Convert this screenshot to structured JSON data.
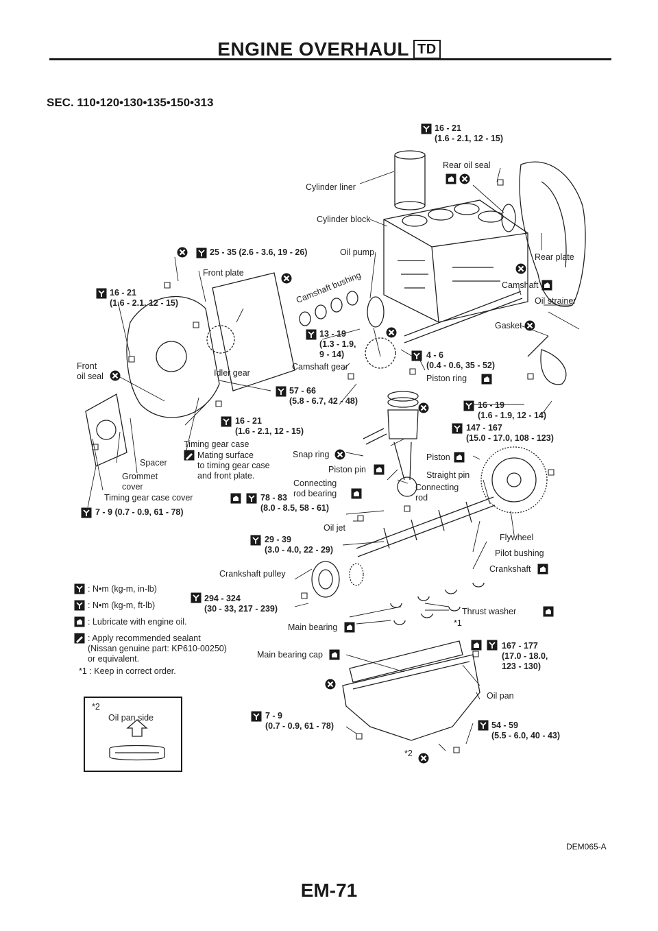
{
  "header": {
    "title": "ENGINE OVERHAUL",
    "badge": "TD"
  },
  "section": "SEC. 110•120•130•135•150•313",
  "torques": {
    "t1": "16 - 21\n(1.6 - 2.1, 12 - 15)",
    "t2": "25 - 35 (2.6 - 3.6, 19 - 26)",
    "t3": "16 - 21\n(1.6 - 2.1, 12 - 15)",
    "t4": "13 - 19\n(1.3 - 1.9,\n9 - 14)",
    "t5": "4 - 6\n(0.4 - 0.6, 35 - 52)",
    "t6": "57 - 66\n(5.8 - 6.7, 42 - 48)",
    "t7": "16 - 19\n(1.6 - 1.9, 12 - 14)",
    "t8": "147 - 167\n(15.0 - 17.0, 108 - 123)",
    "t9": "16 - 21\n(1.6 - 2.1, 12 - 15)",
    "t10": "78 - 83\n(8.0 - 8.5, 58 - 61)",
    "t11": "7 - 9 (0.7 - 0.9, 61 - 78)",
    "t12": "29 - 39\n(3.0 - 4.0, 22 - 29)",
    "t13": "294 - 324\n(30 - 33, 217 - 239)",
    "t14": "167 - 177\n(17.0 - 18.0,\n123 - 130)",
    "t15": "7 - 9\n(0.7 - 0.9, 61 - 78)",
    "t16": "54 - 59\n(5.5 - 6.0, 40 - 43)"
  },
  "labels": {
    "rear_oil_seal": "Rear oil seal",
    "cylinder_liner": "Cylinder liner",
    "cylinder_block": "Cylinder block",
    "oil_pump": "Oil pump",
    "rear_plate": "Rear plate",
    "front_plate": "Front plate",
    "camshaft_bushing": "Camshaft bushing",
    "camshaft": "Camshaft",
    "oil_strainer": "Oil strainer",
    "gasket": "Gasket",
    "camshaft_gear": "Camshaft gear",
    "idler_gear": "Idler gear",
    "front_oil_seal": "Front\noil seal",
    "piston_ring": "Piston ring",
    "timing_gear_case": "Timing gear case",
    "mating_surface": "Mating surface\nto timing gear case\nand front plate.",
    "spacer": "Spacer",
    "grommet_cover": "Grommet\ncover",
    "timing_gear_case_cover": "Timing gear case cover",
    "snap_ring": "Snap ring",
    "piston_pin": "Piston pin",
    "piston": "Piston",
    "straight_pin": "Straight pin",
    "connecting_rod_bearing": "Connecting\nrod bearing",
    "connecting_rod": "Connecting\nrod",
    "oil_jet": "Oil jet",
    "flywheel": "Flywheel",
    "pilot_bushing": "Pilot bushing",
    "crankshaft": "Crankshaft",
    "crankshaft_pulley": "Crankshaft pulley",
    "thrust_washer": "Thrust washer",
    "star1": "*1",
    "main_bearing": "Main bearing",
    "main_bearing_cap": "Main bearing cap",
    "oil_pan": "Oil pan",
    "star2": "*2"
  },
  "legend": {
    "nm_kgm_inlb": ": N•m (kg-m, in-lb)",
    "nm_kgm_ftlb": ": N•m (kg-m, ft-lb)",
    "lubricate": ": Lubricate with engine oil.",
    "sealant": ": Apply recommended sealant\n(Nissan genuine part: KP610-00250)\nor equivalent.",
    "keep_order": "*1 : Keep in correct order."
  },
  "inset": {
    "ref": "*2",
    "caption": "Oil pan side"
  },
  "figure_code": "DEM065-A",
  "page_number": "EM-71"
}
